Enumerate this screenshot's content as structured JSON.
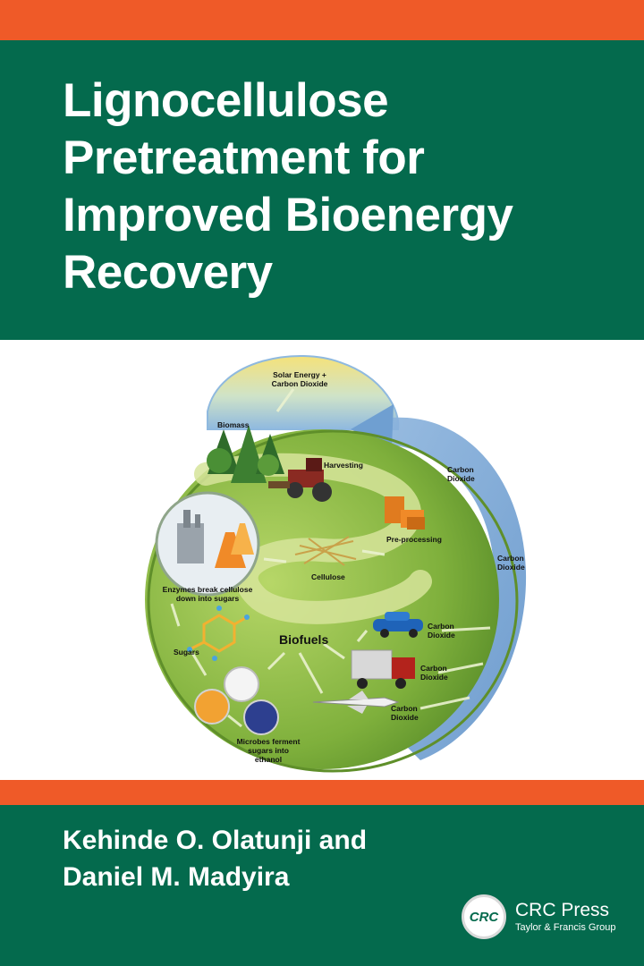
{
  "cover": {
    "title_lines": [
      "Lignocellulose",
      "Pretreatment for",
      "Improved Bioenergy",
      "Recovery"
    ],
    "authors": [
      "Kehinde O. Olatunji and",
      "Daniel M. Madyira"
    ],
    "publisher": {
      "name": "CRC Press",
      "group": "Taylor & Francis Group",
      "logo_text": "CRC"
    }
  },
  "diagram": {
    "labels": {
      "solar_1": "Solar Energy +",
      "solar_2": "Carbon Dioxide",
      "biomass": "Biomass",
      "harvesting": "Harvesting",
      "preprocessing": "Pre-processing",
      "cellulose": "Cellulose",
      "enzymes_1": "Enzymes break cellulose",
      "enzymes_2": "down into sugars",
      "sugars": "Sugars",
      "biofuels": "Biofuels",
      "microbes_1": "Microbes ferment",
      "microbes_2": "sugars into",
      "microbes_3": "ethanol",
      "co2_arc1_1": "Carbon",
      "co2_arc1_2": "Dioxide",
      "co2_arc2_1": "Carbon",
      "co2_arc2_2": "Dioxide",
      "co2_car_1": "Carbon",
      "co2_car_2": "Dioxide",
      "co2_truck_1": "Carbon",
      "co2_truck_2": "Dioxide",
      "co2_plane_1": "Carbon",
      "co2_plane_2": "Dioxide"
    }
  },
  "colors": {
    "orange": "#ef5a28",
    "green": "#046a4d",
    "white": "#ffffff"
  }
}
